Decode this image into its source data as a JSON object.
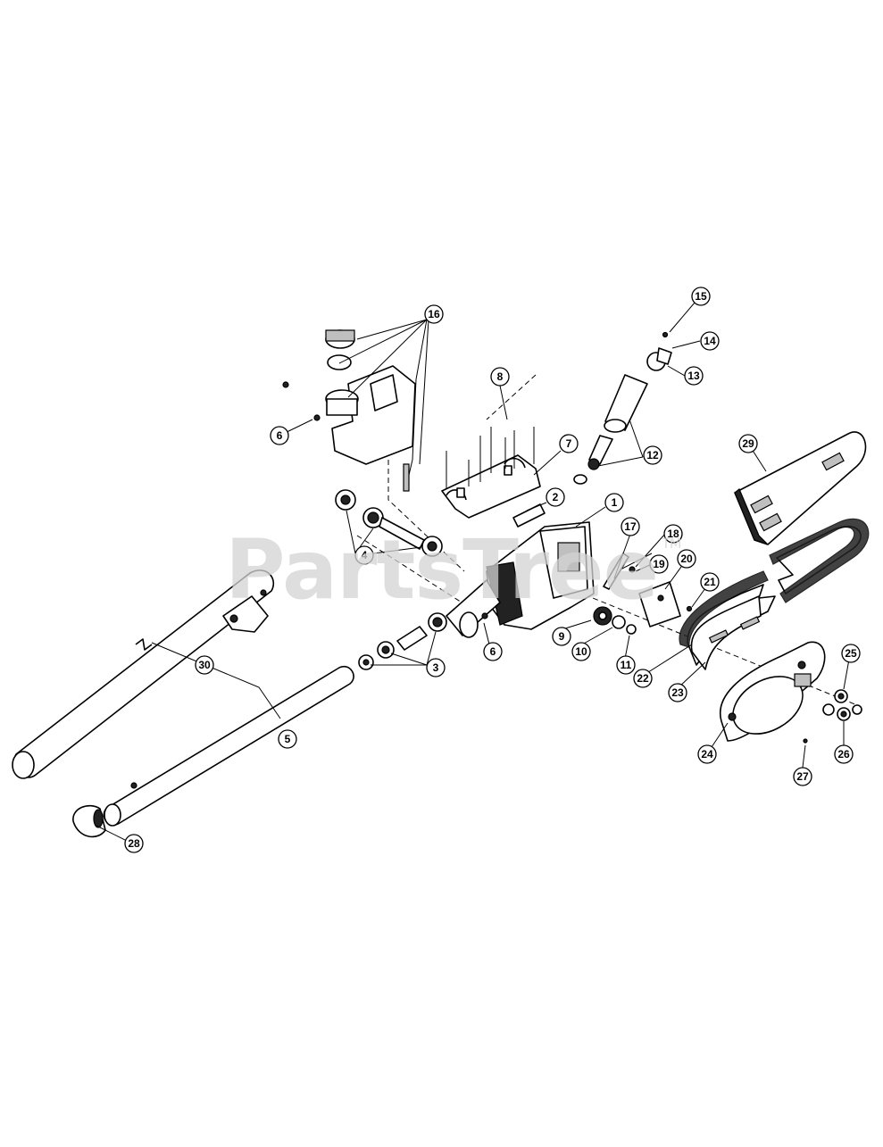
{
  "watermark": {
    "text": "PartsTree",
    "trademark": "TM"
  },
  "callouts": [
    {
      "label": "1"
    },
    {
      "label": "2"
    },
    {
      "label": "3"
    },
    {
      "label": "4"
    },
    {
      "label": "5"
    },
    {
      "label": "6"
    },
    {
      "label": "6"
    },
    {
      "label": "7"
    },
    {
      "label": "8"
    },
    {
      "label": "9"
    },
    {
      "label": "10"
    },
    {
      "label": "11"
    },
    {
      "label": "12"
    },
    {
      "label": "13"
    },
    {
      "label": "14"
    },
    {
      "label": "15"
    },
    {
      "label": "16"
    },
    {
      "label": "17"
    },
    {
      "label": "18"
    },
    {
      "label": "19"
    },
    {
      "label": "20"
    },
    {
      "label": "21"
    },
    {
      "label": "22"
    },
    {
      "label": "23"
    },
    {
      "label": "24"
    },
    {
      "label": "25"
    },
    {
      "label": "26"
    },
    {
      "label": "27"
    },
    {
      "label": "28"
    },
    {
      "label": "29"
    },
    {
      "label": "30"
    }
  ]
}
